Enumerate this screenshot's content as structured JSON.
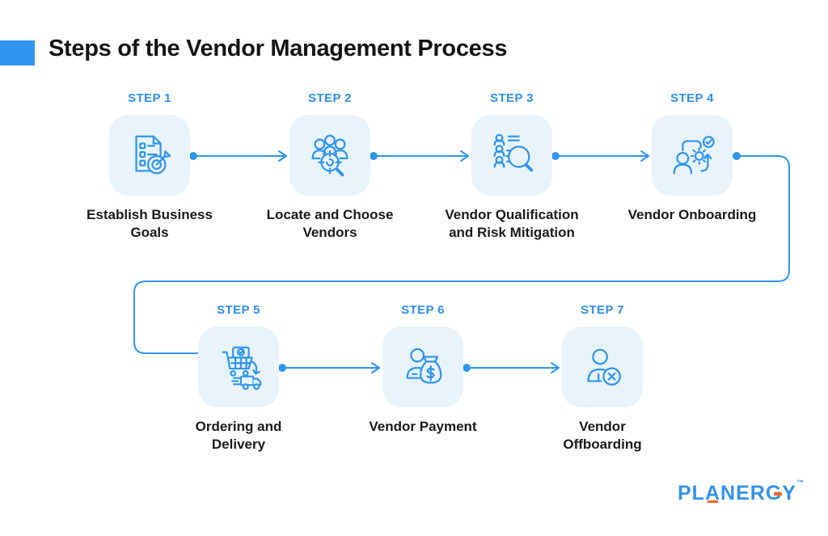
{
  "header": {
    "title": "Steps of the Vendor Management Process"
  },
  "steps": [
    {
      "tag": "STEP 1",
      "name": "Establish Business\nGoals",
      "icon": "checklist-target-icon"
    },
    {
      "tag": "STEP 2",
      "name": "Locate and Choose\nVendors",
      "icon": "vendor-group-search-icon"
    },
    {
      "tag": "STEP 3",
      "name": "Vendor Qualification\nand Risk Mitigation",
      "icon": "candidate-list-magnifier-icon"
    },
    {
      "tag": "STEP 4",
      "name": "Vendor Onboarding",
      "icon": "onboarding-gear-check-icon"
    },
    {
      "tag": "STEP 5",
      "name": "Ordering and\nDelivery",
      "icon": "cart-delivery-truck-icon"
    },
    {
      "tag": "STEP 6",
      "name": "Vendor Payment",
      "icon": "payment-money-bag-icon"
    },
    {
      "tag": "STEP 7",
      "name": "Vendor\nOffboarding",
      "icon": "offboarding-remove-icon"
    }
  ],
  "branding": {
    "logo_pre": "PL",
    "logo_a": "A",
    "logo_mid": "NER",
    "logo_g": "G",
    "logo_end": "Y",
    "trademark": "™"
  },
  "colors": {
    "accent_blue": "#2E96F0",
    "line_blue": "#2F96EE",
    "tile_fill": "#E8F3FC",
    "step_tag_blue": "#2E90F0",
    "title_black": "#141414",
    "label_black": "#1A1A1A",
    "logo_blue": "#3493EA",
    "logo_orange": "#F3652F"
  }
}
